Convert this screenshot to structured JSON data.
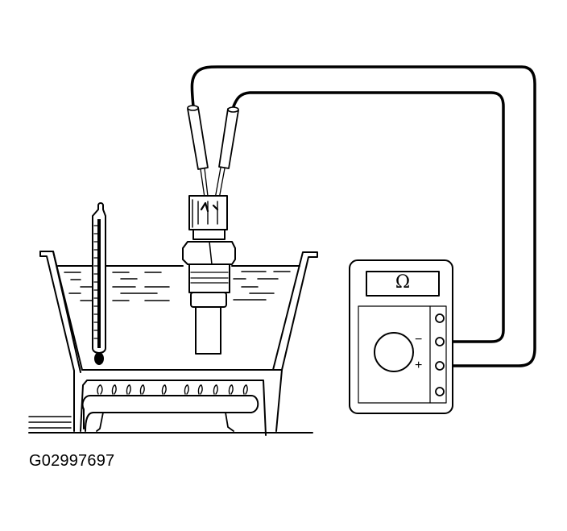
{
  "figure": {
    "id_label": "G02997697",
    "description": "Coolant temperature sensor resistance test: sensor and thermometer immersed in heated water, sensor leads connected to ohmmeter"
  },
  "multimeter": {
    "display_symbol": "Ω",
    "mode": "ohm",
    "minus_label": "−",
    "plus_label": "+"
  },
  "components": [
    {
      "name": "water-container",
      "label": ""
    },
    {
      "name": "thermometer",
      "label": ""
    },
    {
      "name": "temperature-sensor",
      "label": ""
    },
    {
      "name": "test-leads",
      "label": ""
    },
    {
      "name": "ohmmeter",
      "label": ""
    },
    {
      "name": "heater-burner",
      "label": ""
    }
  ],
  "colors": {
    "line": "#000000",
    "background": "#ffffff"
  }
}
